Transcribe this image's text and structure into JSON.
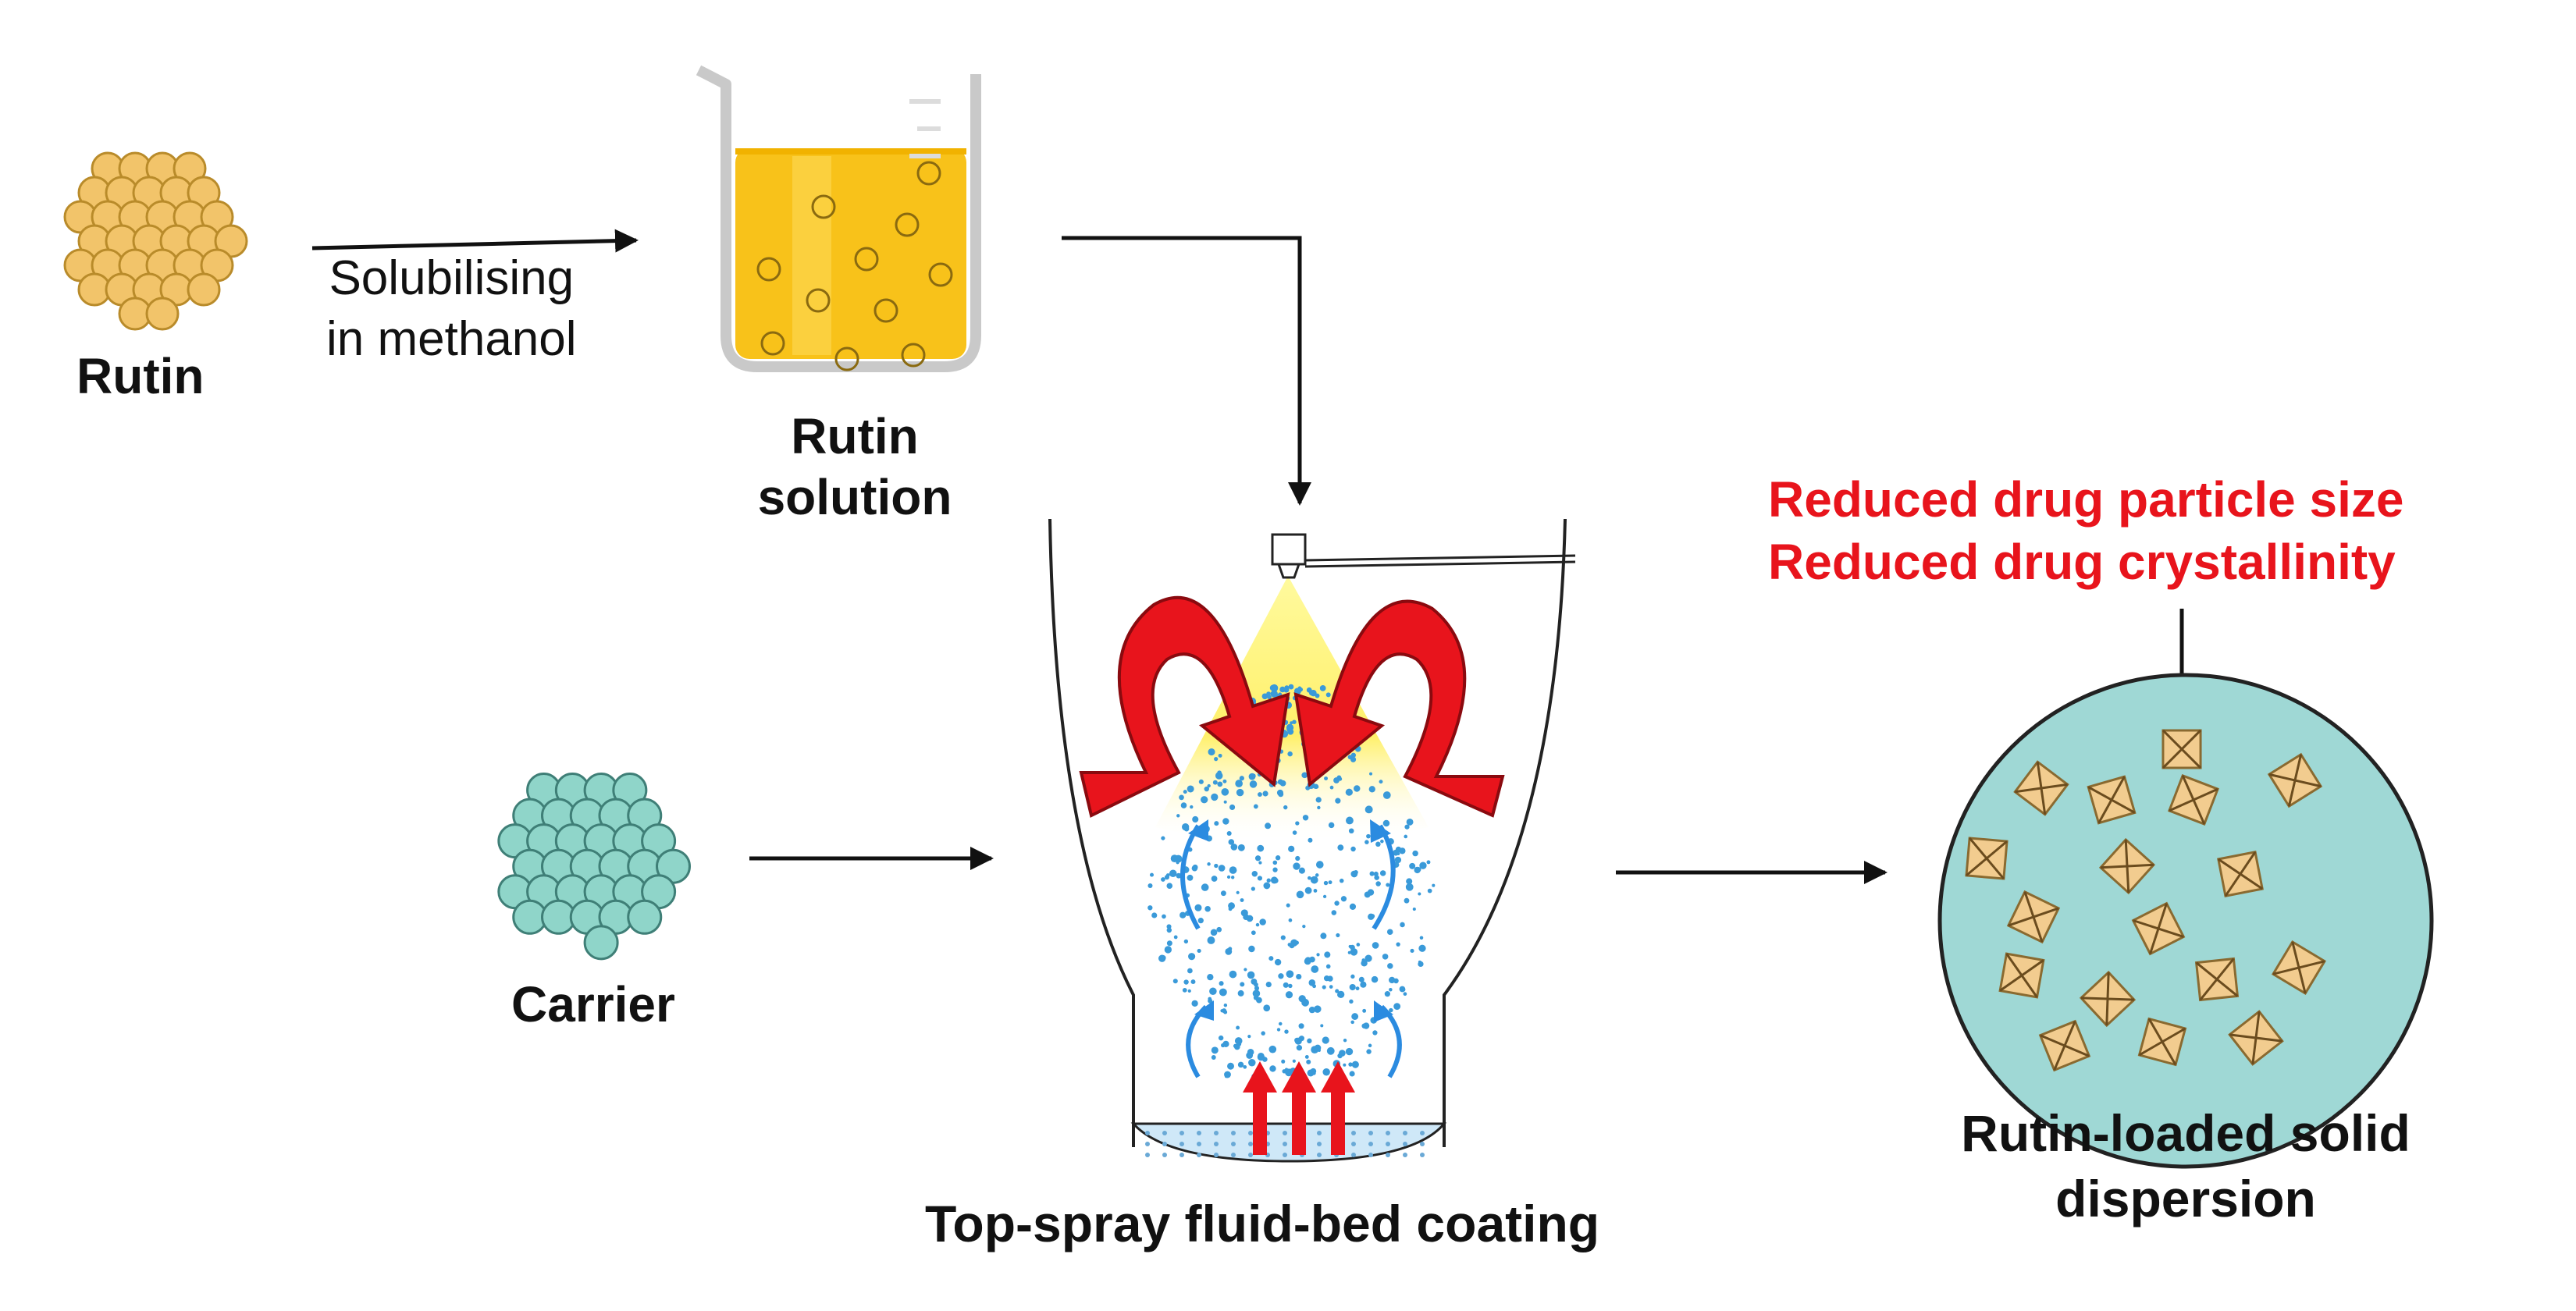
{
  "labels": {
    "rutin": "Rutin",
    "step_line1": "Solubilising",
    "step_line2": "in methanol",
    "solution_line1": "Rutin",
    "solution_line2": "solution",
    "carrier": "Carrier",
    "process": "Top-spray fluid-bed coating",
    "effect_line1": "Reduced drug particle size",
    "effect_line2": "Reduced drug crystallinity",
    "product_line1": "Rutin-loaded solid",
    "product_line2": "dispersion"
  },
  "colors": {
    "rutin_particle": "#f2c46a",
    "rutin_particle_edge": "#b98b2a",
    "solution_liquid": "#f8c21a",
    "carrier_particle": "#8fd5c9",
    "carrier_particle_edge": "#3f7f77",
    "spray_cone": "#fff27a",
    "circulation_arrow": "#e8141c",
    "air_flow": "#2b8be0",
    "dispersion_matrix": "#9fd8d5",
    "drug_crystal": "#f2cc8f",
    "effect_text": "#e8141c"
  }
}
